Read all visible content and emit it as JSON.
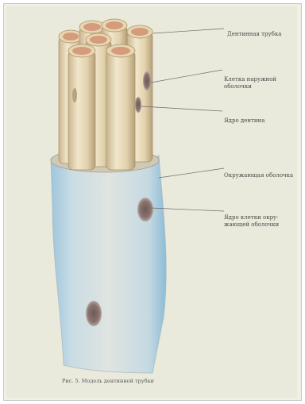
{
  "figure": {
    "caption": "Рис. 5. Модель дентинной трубки",
    "labels": {
      "tubule": "Дентинная трубка",
      "outer_cell": "Клетка наружной\nоболочки",
      "tubule_nucleus": "Ядро дентина",
      "sheath": "Окружающая оболочка",
      "sheath_nucleus": "Ядро клетки окру-\nжающей оболочки"
    }
  }
}
